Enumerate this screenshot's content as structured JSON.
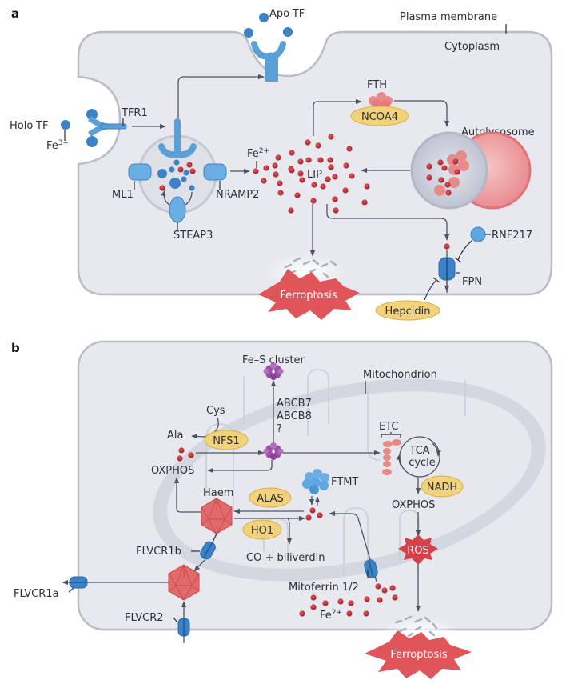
{
  "colors": {
    "cell_fill": "#e8e9ee",
    "membrane": "#b9bdc8",
    "iron": "#c0313a",
    "blue_protein": "#3c82c6",
    "light_blue": "#8fc0e8",
    "enzyme_pill": "#f2d27a",
    "ferroptosis": "#e0555a",
    "haem": "#e36a6a",
    "fe_s_cluster": "#9b4fa8",
    "ferritin": "#e98a8a"
  },
  "panel_a": {
    "label": "a",
    "apo_tf": "Apo-TF",
    "plasma_membrane": "Plasma membrane",
    "cytoplasm": "Cytoplasm",
    "holo_tf": "Holo-TF",
    "fe3": "Fe",
    "fe3_sup": "3+",
    "tfr1": "TFR1",
    "fth": "FTH",
    "ncoa4": "NCOA4",
    "autolysosome": "Autolysosome",
    "fe2": "Fe",
    "fe2_sup": "2+",
    "lip": "LIP",
    "ml1": "ML1",
    "nramp2": "NRAMP2",
    "steap3": "STEAP3",
    "rnf217": "RNF217",
    "fpn": "FPN",
    "hepcidin": "Hepcidin",
    "ferroptosis": "Ferroptosis"
  },
  "panel_b": {
    "label": "b",
    "fe_s_cluster": "Fe–S cluster",
    "mitochondrion": "Mitochondrion",
    "abcb7": "ABCB7",
    "abcb8": "ABCB8",
    "unknown": "?",
    "cys": "Cys",
    "ala": "Ala",
    "nfs1": "NFS1",
    "oxphos_left": "OXPHOS",
    "etc": "ETC",
    "tca_line1": "TCA",
    "tca_line2": "cycle",
    "ftmt": "FTMT",
    "nadh": "NADH",
    "oxphos_right": "OXPHOS",
    "haem": "Haem",
    "alas": "ALAS",
    "ho1": "HO1",
    "co_biliverdin": "CO + biliverdin",
    "flvcr1b": "FLVCR1b",
    "flvcr1a": "FLVCR1a",
    "flvcr2": "FLVCR2",
    "ros": "ROS",
    "mitoferrin": "Mitoferrin 1/2",
    "fe2": "Fe",
    "fe2_sup": "2+",
    "ferroptosis": "Ferroptosis"
  }
}
